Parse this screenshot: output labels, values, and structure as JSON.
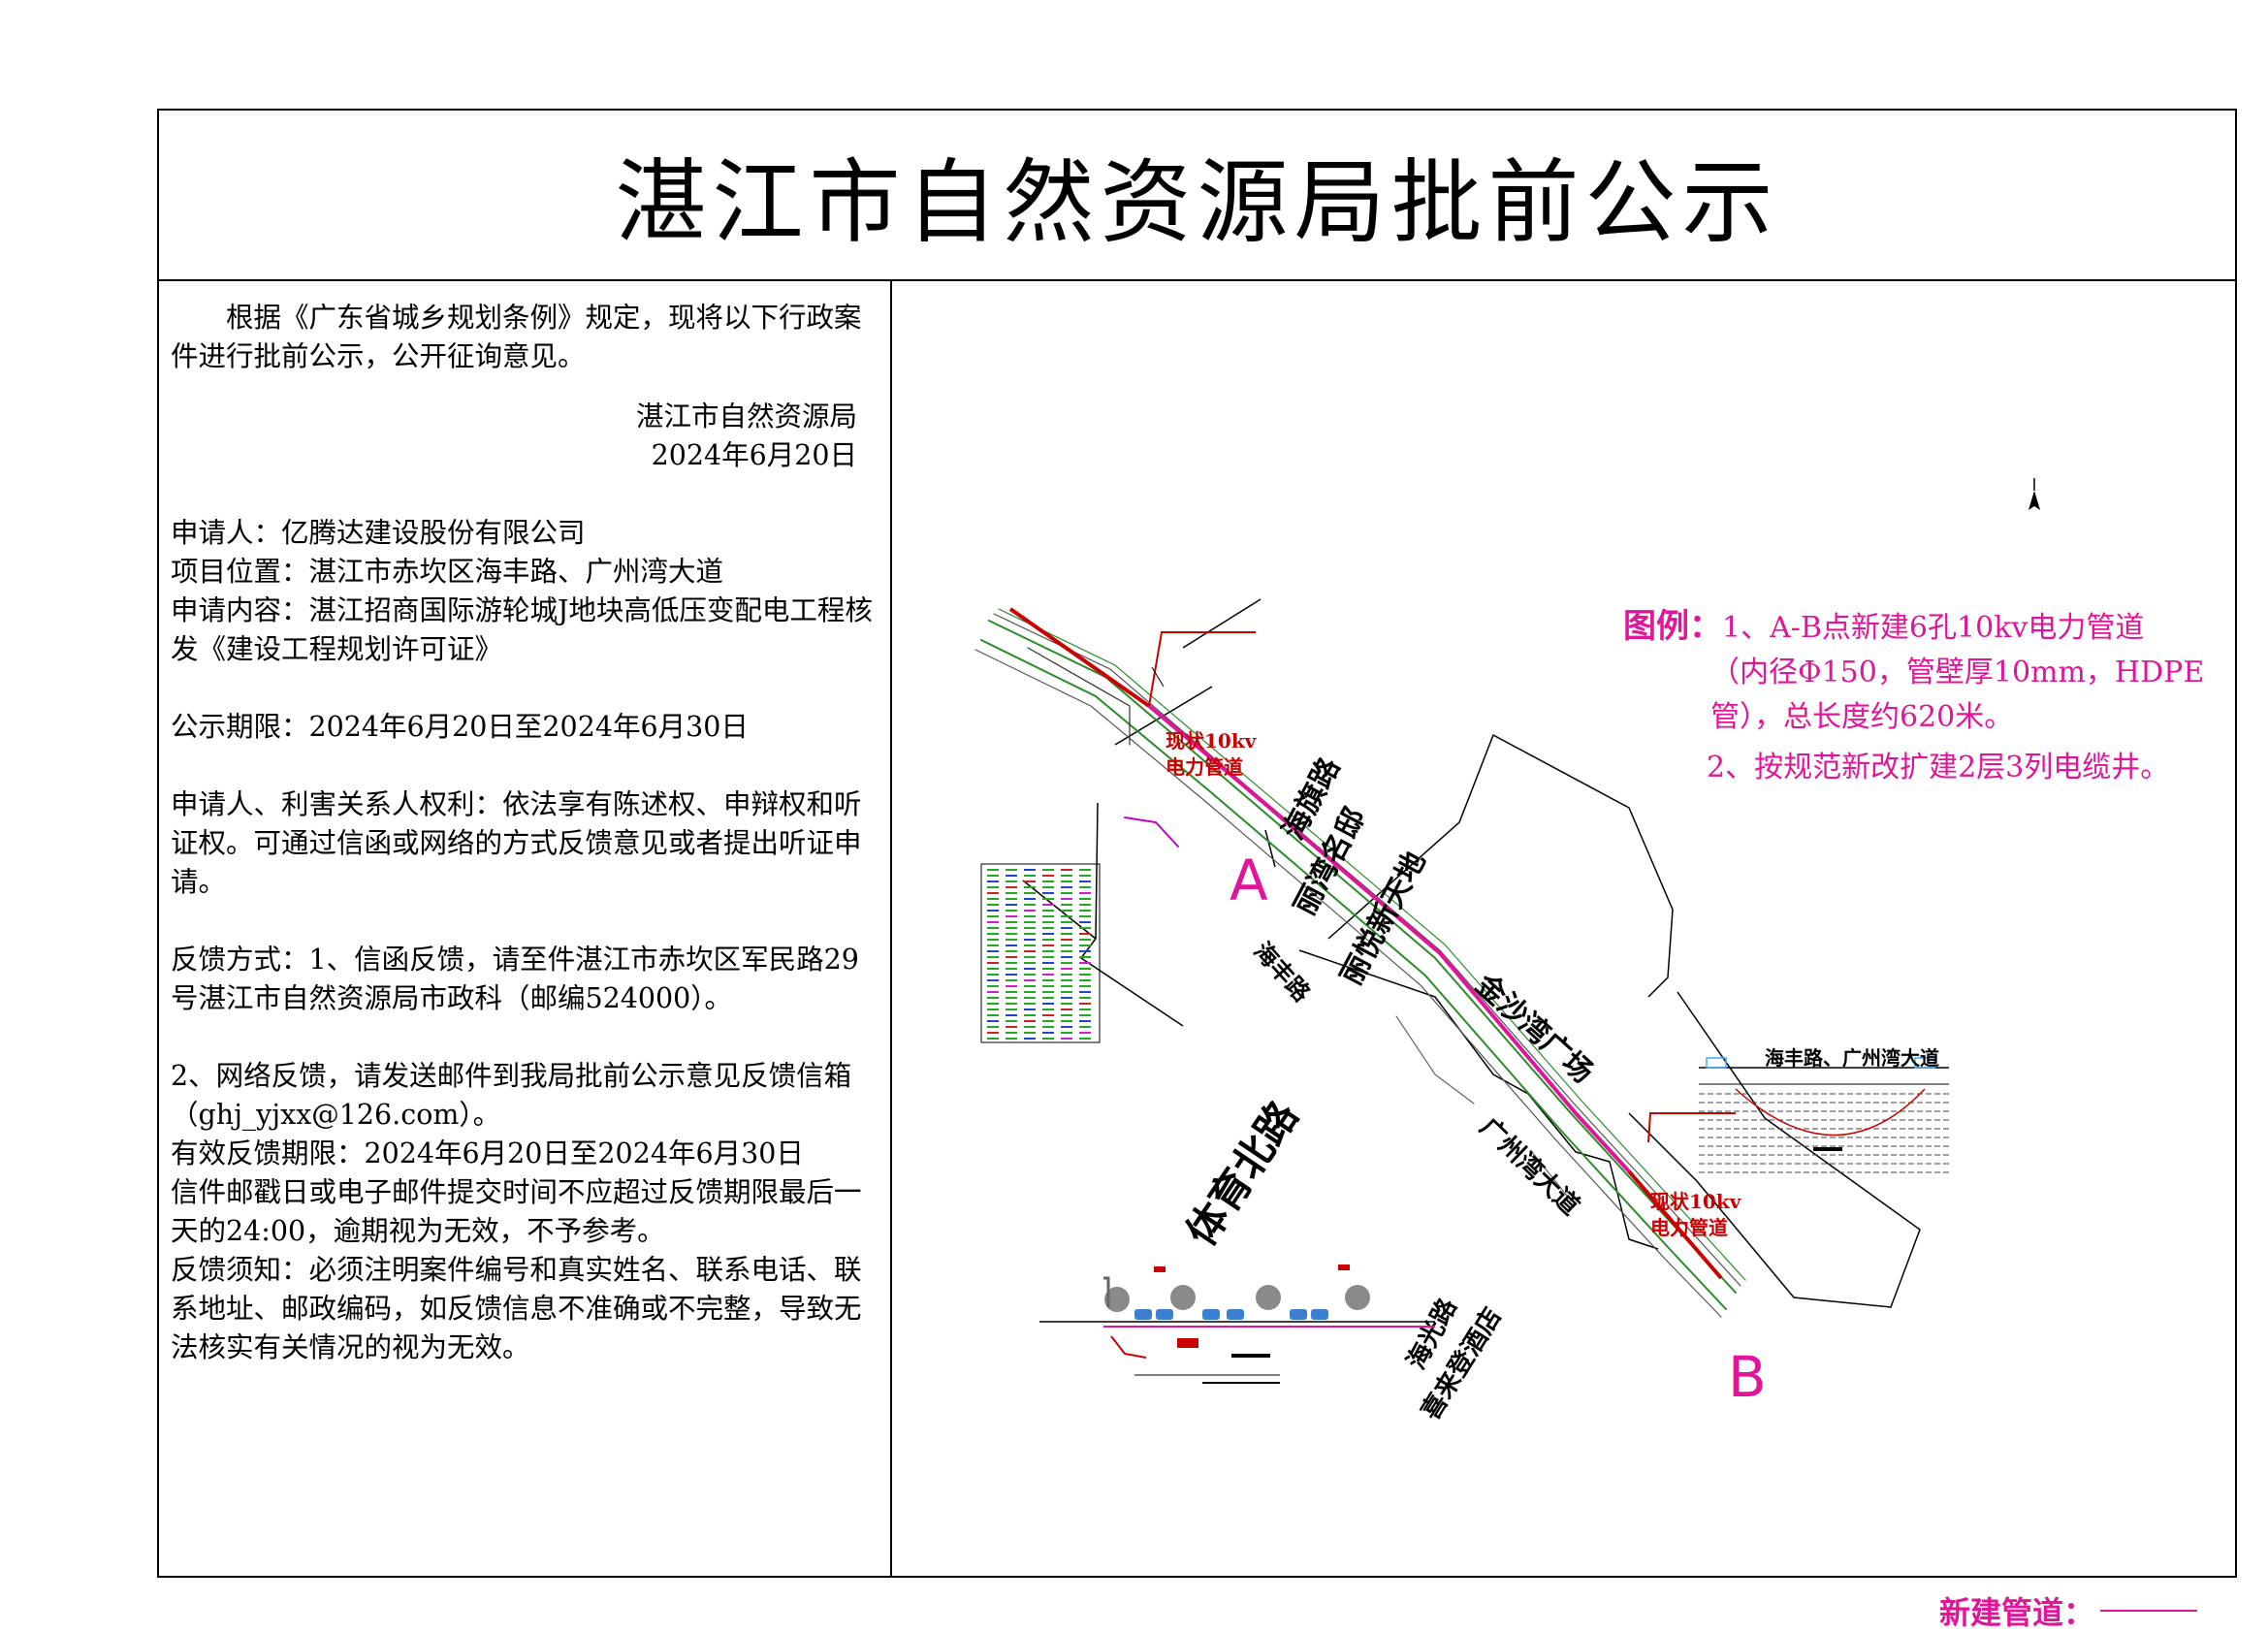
{
  "title": "湛江市自然资源局批前公示",
  "notice": {
    "intro": "根据《广东省城乡规划条例》规定，现将以下行政案件进行批前公示，公开征询意见。",
    "issuer": "湛江市自然资源局",
    "date": "2024年6月20日",
    "applicant": "申请人：亿腾达建设股份有限公司",
    "location": "项目位置：湛江市赤坎区海丰路、广州湾大道",
    "content": "申请内容：湛江招商国际游轮城J地块高低压变配电工程核发《建设工程规划许可证》",
    "period": "公示期限：2024年6月20日至2024年6月30日",
    "rights": "申请人、利害关系人权利：依法享有陈述权、申辩权和听证权。可通过信函或网络的方式反馈意见或者提出听证申请。",
    "feedback_1": "反馈方式：1、信函反馈，请至件湛江市赤坎区军民路29号湛江市自然资源局市政科（邮编524000）。",
    "feedback_2": "2、网络反馈，请发送邮件到我局批前公示意见反馈信箱（ghj_yjxx@126.com）。",
    "deadline": "有效反馈期限：2024年6月20日至2024年6月30日",
    "postmark": "信件邮戳日或电子邮件提交时间不应超过反馈期限最后一天的24:00，逾期视为无效，不予参考。",
    "requirement": "反馈须知：必须注明案件编号和真实姓名、联系电话、联系地址、邮政编码，如反馈信息不准确或不完整，导致无法核实有关情况的视为无效。"
  },
  "map": {
    "labels": {
      "existing_pipe_a": "现状10kv\n电力管道",
      "existing_pipe_b": "现状10kv\n电力管道",
      "point_a": "A",
      "point_b": "B",
      "haiqi_road": "海旗路",
      "liwan_mingdi": "丽湾名邸",
      "liyue_xintiandi": "丽悦新天地",
      "haifeng_road": "海丰路",
      "jinshawan_square": "金沙湾广场",
      "guangzhouwan_avenue": "广州湾大道",
      "tiyu_north_road": "体育北路",
      "haiguang_road": "海光路",
      "xilaideng_hotel": "喜来登酒店",
      "section_title": "海丰路、广州湾大道"
    },
    "legend": {
      "head": "图例：",
      "line1": "1、A-B点新建6孔10kv电力管道",
      "line2": "（内径Φ150，管壁厚10mm，HDPE",
      "line3": "管），总长度约620米。",
      "line4": "2、按规范新改扩建2层3列电缆井。"
    },
    "new_pipe_label": "新建管道：",
    "colors": {
      "new_pipe": "#e0169a",
      "existing_pipe": "#cc0000",
      "road_lines": "#2a8c2a"
    }
  }
}
